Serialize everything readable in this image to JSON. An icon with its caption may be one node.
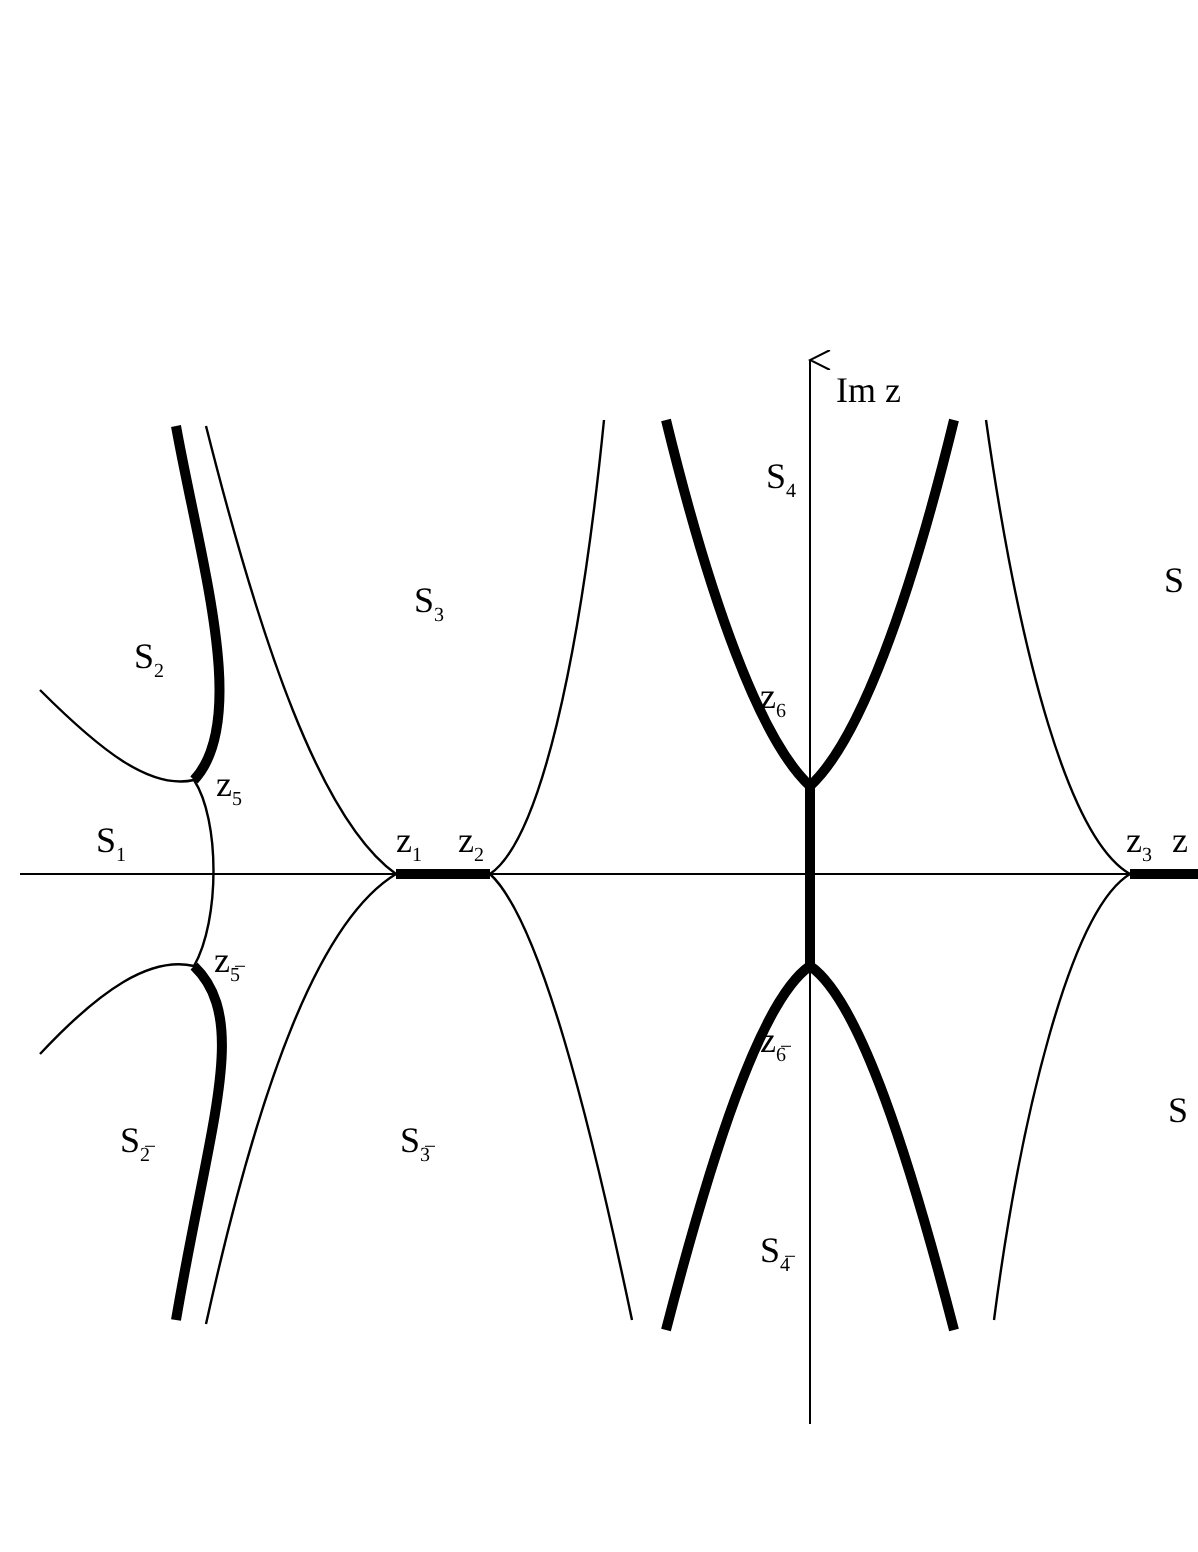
{
  "diagram": {
    "labels": [
      "Im z",
      "S$_{4}$",
      "S$_{3}$",
      "S",
      "S$_{2}$",
      "z$_{6}$",
      "z$_{5}$",
      "S$_{1}$",
      "z$_{1}$",
      "z$_{2}$",
      "z$_{3}$",
      "z",
      "z$_{5̅}$",
      "z$_{6̅}$",
      "S$_{2̅}$",
      "S$_{3̅}$",
      "S",
      "S$_{4̅}$"
    ]
  }
}
